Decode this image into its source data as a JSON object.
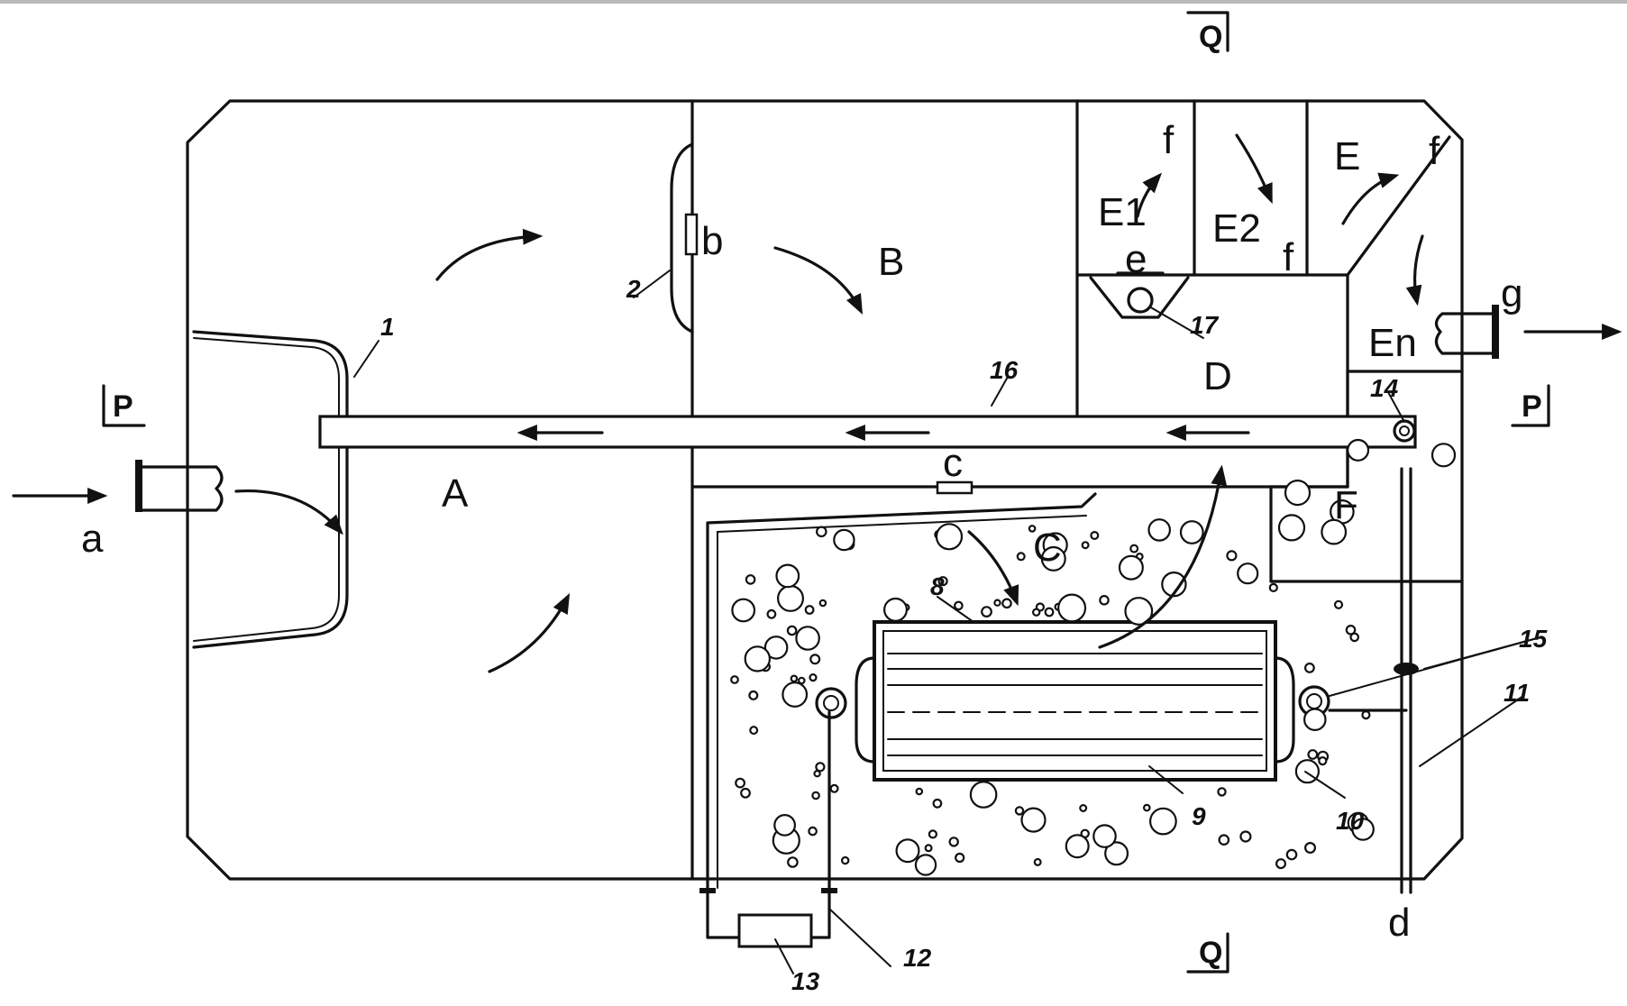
{
  "regions": {
    "A": "A",
    "B": "B",
    "C": "C",
    "D": "D",
    "E": "E",
    "E1": "E1",
    "E2": "E2",
    "En": "En",
    "F": "F"
  },
  "ports": {
    "a": "a",
    "b": "b",
    "c": "c",
    "d": "d",
    "e": "e",
    "f": "f",
    "g": "g"
  },
  "part_numbers": {
    "p1": "1",
    "p2": "2",
    "p8": "8",
    "p9": "9",
    "p10": "10",
    "p11": "11",
    "p12": "12",
    "p13": "13",
    "p14": "14",
    "p15": "15",
    "p16": "16",
    "p17": "17"
  },
  "section_marks": {
    "P": "P",
    "Q": "Q"
  }
}
